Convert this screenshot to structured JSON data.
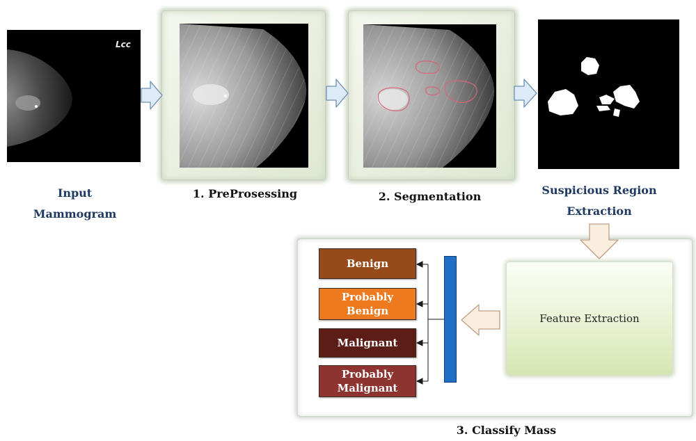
{
  "stages": {
    "input": {
      "caption_line1": "Input",
      "caption_line2": "Mammogram",
      "tag": "Lcc"
    },
    "preprocessing": {
      "caption": "1. PreProsessing"
    },
    "segmentation": {
      "caption": "2. Segmentation"
    },
    "extraction": {
      "caption_line1": "Suspicious Region",
      "caption_line2": "Extraction"
    }
  },
  "classify": {
    "caption": "3. Classify Mass",
    "feature_label": "Feature Extraction",
    "classes": [
      {
        "line1": "Benign",
        "line2": "",
        "color": "#974a1a"
      },
      {
        "line1": "Probably",
        "line2": "Benign",
        "color": "#ee7a1f"
      },
      {
        "line1": "Malignant",
        "line2": "",
        "color": "#5c1d17"
      },
      {
        "line1": "Probably",
        "line2": "Malignant",
        "color": "#8d3330"
      }
    ]
  },
  "colors": {
    "caption_blue": "#1f3a60",
    "bar_blue": "#1f6fc4",
    "arrow_fill": "#dcebf7",
    "down_arrow_fill": "#fbeede"
  }
}
